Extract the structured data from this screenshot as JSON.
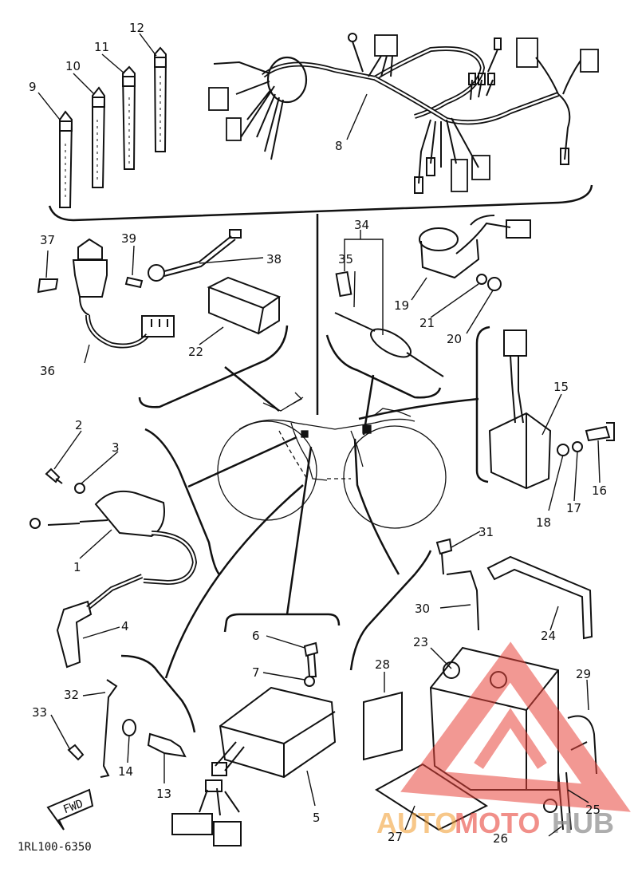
{
  "diagram": {
    "code": "1RL100-6350",
    "fwd_label": "FWD",
    "callouts": {
      "c1": "1",
      "c2": "2",
      "c3": "3",
      "c4": "4",
      "c5": "5",
      "c6": "6",
      "c7": "7",
      "c8": "8",
      "c9": "9",
      "c10": "10",
      "c11": "11",
      "c12": "12",
      "c13": "13",
      "c14": "14",
      "c15": "15",
      "c16": "16",
      "c17": "17",
      "c18": "18",
      "c19": "19",
      "c20": "20",
      "c21": "21",
      "c22": "22",
      "c23": "23",
      "c24": "24",
      "c25": "25",
      "c26": "26",
      "c27": "27",
      "c28": "28",
      "c29": "29",
      "c30": "30",
      "c31": "31",
      "c32": "32",
      "c33": "33",
      "c34": "34",
      "c35": "35",
      "c36": "36",
      "c37": "37",
      "c38": "38",
      "c39": "39"
    }
  },
  "watermark": {
    "part1": "AUTO",
    "part2": "MOTO",
    "part3": "HUB"
  },
  "colors": {
    "line": "#111111",
    "watermark_orange": "#f2a23a",
    "watermark_red": "#e8443a",
    "watermark_gray": "#8a8a8a"
  }
}
